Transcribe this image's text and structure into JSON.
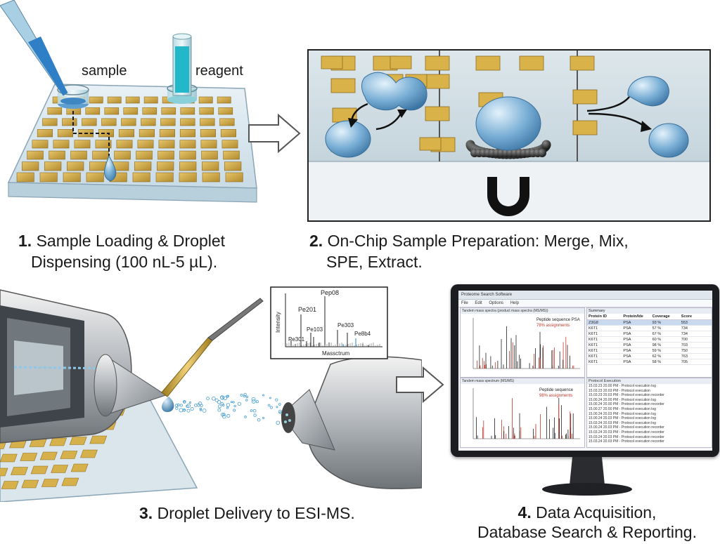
{
  "panel1": {
    "sample_label": "sample",
    "reagent_label": "reagent",
    "caption_num": "1.",
    "caption_line1": "Sample Loading & Droplet",
    "caption_line2": "Dispensing (100 nL-5 µL)."
  },
  "panel2": {
    "caption_num": "2.",
    "caption_line1": "On-Chip Sample Preparation: Merge, Mix,",
    "caption_line2": "SPE, Extract."
  },
  "panel3": {
    "caption_num": "3.",
    "caption_line1": "Droplet Delivery to ESI-MS.",
    "spectrum": {
      "ylabel": "Intensity",
      "xlabel": "Massctrum",
      "peaks": [
        "Pep08",
        "Pe201",
        "Pe103",
        "Pe303",
        "Pe8b4",
        "Pe301"
      ]
    }
  },
  "panel4": {
    "caption_num": "4.",
    "caption_line1": "Data Acquisition,",
    "caption_line2": "Database Search & Reporting.",
    "window_title": "Proteome Search Software",
    "menu": [
      "File",
      "Edit",
      "Options",
      "Help"
    ],
    "spectrum1_title": "Tandem mass spectra (product mass spectra (MS/MS))",
    "spectrum1_note": "Peptide sequence PSA",
    "spectrum1_pct": "78% assignments",
    "spectrum2_title": "Tandem mass spectrum (MS/MS)",
    "spectrum2_note": "Peptide sequence",
    "spectrum2_pct": "98% assignments",
    "summary_title": "Summary",
    "table_headers": [
      "Protein ID",
      "Protein/Ide",
      "Coverage",
      "Score"
    ],
    "table_rows": [
      [
        "Z3G8",
        "PSA",
        "93 %",
        "553"
      ],
      [
        "K6T1",
        "PSA",
        "57 %",
        "734"
      ],
      [
        "K6T1",
        "PSA",
        "67 %",
        "734"
      ],
      [
        "K6T1",
        "PSA",
        "60 %",
        "700"
      ],
      [
        "K6T1",
        "PSA",
        "98 %",
        "703"
      ],
      [
        "K6T1",
        "PSA",
        "59 %",
        "750"
      ],
      [
        "K6T1",
        "PSA",
        "62 %",
        "763"
      ],
      [
        "K6T1",
        "PSA",
        "58 %",
        "705"
      ]
    ],
    "log_title": "Protocol Execution",
    "log_rows": [
      "15.03.23 20.00 PM - Protocol execution log",
      "15.03.23 20.03 PM - Protocol execution",
      "15.03.23 20.03 PM - Protocol execution recorder",
      "15.00.24 20.00 PM - Protocol execution log",
      "15.00.24 20.00 PM - Protocol execution recorder",
      "15.00.27 20.00 PM - Protocol execution log",
      "15.00.24 20.03 PM - Protocol execution log",
      "15.00.24 20.03 PM - Protocol execution log",
      "15.03.24 20.03 PM - Protocol execution log",
      "15.00.24 20.03 PM - Protocol execution recorder",
      "15.03.24 20.03 PM - Protocol execution recorder",
      "15.03.24 20.03 PM - Protocol execution recorder",
      "15.03.24 20.03 PM - Protocol execution recorder"
    ]
  }
}
